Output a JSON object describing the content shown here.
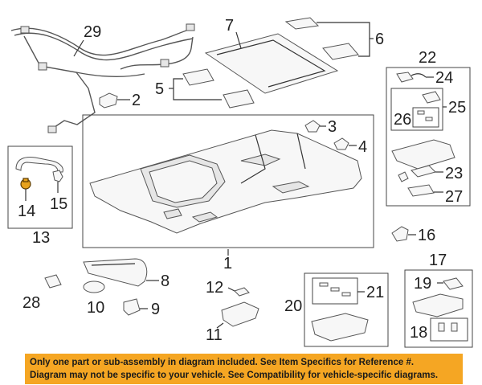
{
  "callouts": {
    "c1": "1",
    "c2": "2",
    "c3": "3",
    "c4": "4",
    "c5": "5",
    "c6": "6",
    "c7": "7",
    "c8": "8",
    "c9": "9",
    "c10": "10",
    "c11": "11",
    "c12": "12",
    "c13": "13",
    "c14": "14",
    "c15": "15",
    "c16": "16",
    "c17": "17",
    "c18": "18",
    "c19": "19",
    "c20": "20",
    "c21": "21",
    "c22": "22",
    "c23": "23",
    "c24": "24",
    "c25": "25",
    "c26": "26",
    "c27": "27",
    "c28": "28",
    "c29": "29"
  },
  "notice": {
    "line1": "Only one part or sub-assembly in diagram included. See Item Specifics for Reference #.",
    "line2": "Diagram may not be specific to your vehicle. See Compatibility for vehicle-specific diagrams."
  },
  "colors": {
    "notice_background": "#f5a623",
    "highlighted_part": "#e8a21c",
    "line_art": "#555555"
  }
}
